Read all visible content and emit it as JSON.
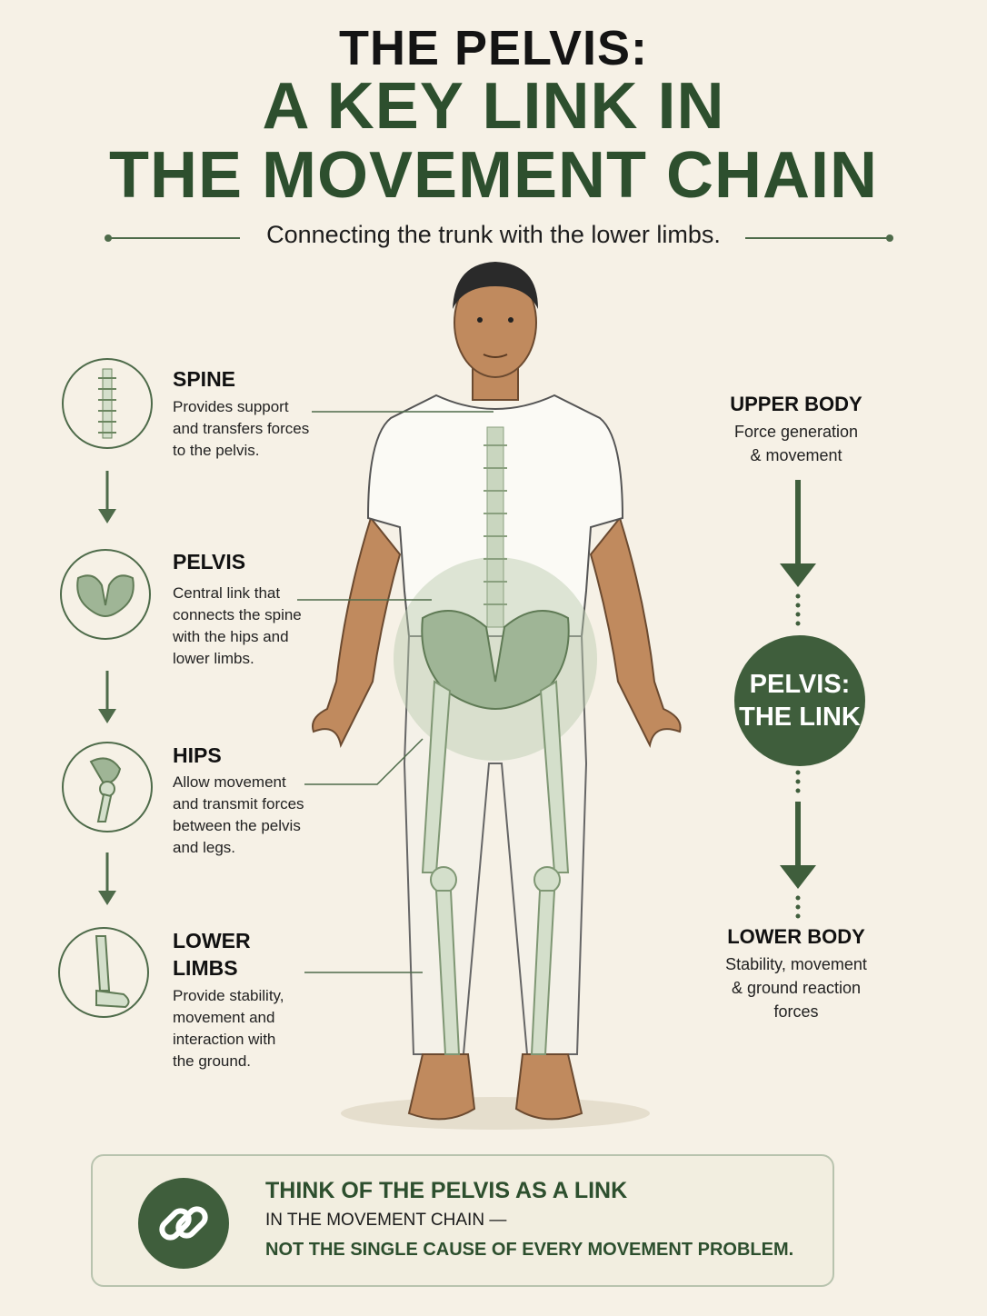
{
  "header": {
    "title_line1": "THE PELVIS:",
    "title_line2": "A KEY LINK IN",
    "title_line3": "THE MOVEMENT CHAIN",
    "subtitle": "Connecting the trunk with the lower limbs."
  },
  "left_column": [
    {
      "heading": "SPINE",
      "lines": [
        "Provides support",
        "and transfers forces",
        "to the pelvis."
      ],
      "icon": "spine-icon"
    },
    {
      "heading": "PELVIS",
      "lines": [
        "Central link that",
        "connects the spine",
        "with the hips and",
        "lower limbs."
      ],
      "icon": "pelvis-icon"
    },
    {
      "heading": "HIPS",
      "lines": [
        "Allow movement",
        "and transmit forces",
        "between the pelvis",
        "and legs."
      ],
      "icon": "hip-joint-icon"
    },
    {
      "heading_lines": [
        "LOWER",
        "LIMBS"
      ],
      "lines": [
        "Provide stability,",
        "movement and",
        "interaction with",
        "the ground."
      ],
      "icon": "lower-limb-icon"
    }
  ],
  "right_column": {
    "upper": {
      "heading": "UPPER BODY",
      "lines": [
        "Force generation",
        "& movement"
      ]
    },
    "center": {
      "line1": "PELVIS:",
      "line2": "THE LINK"
    },
    "lower": {
      "heading": "LOWER BODY",
      "lines": [
        "Stability, movement",
        "& ground reaction",
        "forces"
      ]
    }
  },
  "callout": {
    "line1": "THINK OF THE PELVIS AS A LINK",
    "line2": "IN THE MOVEMENT CHAIN —",
    "line3": "NOT THE SINGLE CAUSE OF EVERY MOVEMENT PROBLEM.",
    "icon": "chain-link-icon"
  },
  "colors": {
    "background": "#f6f1e6",
    "accent_green": "#2d4f2e",
    "circle_green": "#3f5e3c",
    "bone_green": "#9fb596"
  }
}
